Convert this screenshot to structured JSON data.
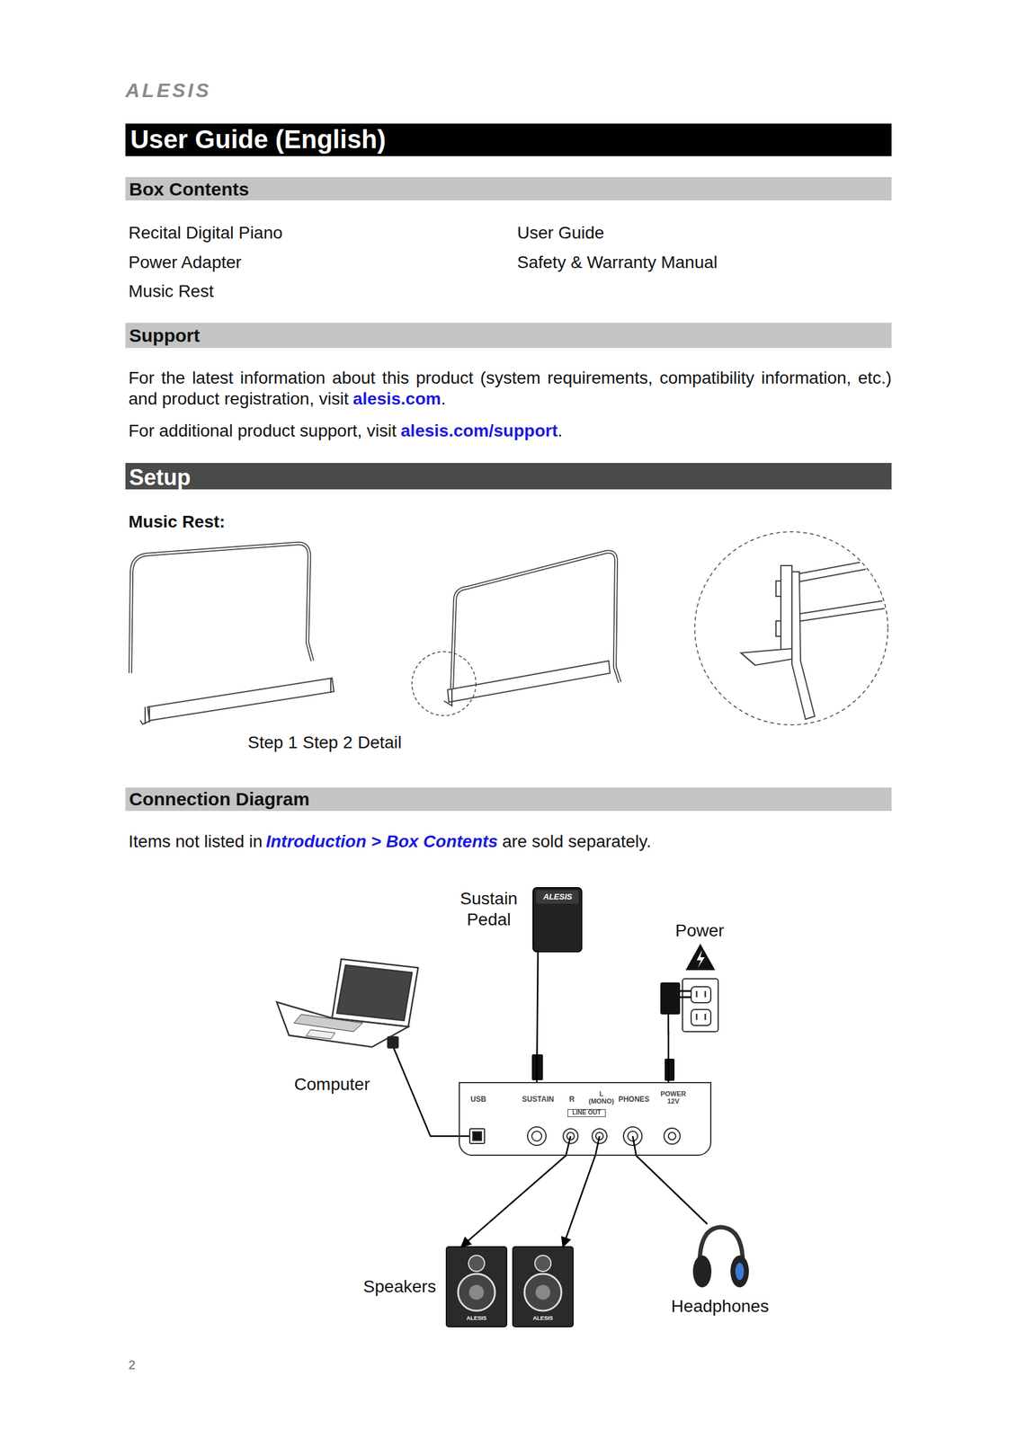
{
  "diagram": {
    "title": "Connection Diagram",
    "nodes": [
      {
        "text": [
          "Sustain Pedal"
        ]
      },
      {
        "text": [
          "Power"
        ]
      },
      {
        "text": [
          "Computer"
        ]
      },
      {
        "text": [
          "USB",
          "SUSTAIN",
          "R",
          "L (MONO)",
          "LINE OUT",
          "PHONES",
          "POWER 12V"
        ]
      },
      {
        "text": [
          "Speakers"
        ]
      },
      {
        "text": [
          "Headphones"
        ]
      }
    ],
    "edges": [
      {
        "from": 0,
        "to": 3,
        "arrow": "none"
      },
      {
        "from": 1,
        "to": 3,
        "arrow": "none"
      },
      {
        "from": 2,
        "to": 3,
        "arrow": "none"
      },
      {
        "from": 3,
        "to": 4,
        "arrow": "to"
      },
      {
        "from": 3,
        "to": 4,
        "arrow": "to"
      },
      {
        "from": 3,
        "to": 5,
        "arrow": "none"
      }
    ],
    "labels": [
      "ALESIS",
      "User Guide (English)",
      "Box Contents",
      "Recital Digital Piano",
      "User Guide",
      "Power Adapter",
      "Safety & Warranty Manual",
      "Music Rest",
      "Support",
      "For the latest information about this product (system requirements, compatibility information, etc.) and product registration, visit",
      "alesis.com",
      ".",
      "For additional product support, visit",
      "alesis.com/support",
      ".",
      "Setup",
      "Music Rest:",
      "Step 1",
      "Step 2",
      "Detail",
      "Items not listed in",
      "Introduction > Box Contents",
      "are sold separately.",
      "ALESIS",
      "ALESIS",
      "ALESIS",
      "2"
    ]
  }
}
